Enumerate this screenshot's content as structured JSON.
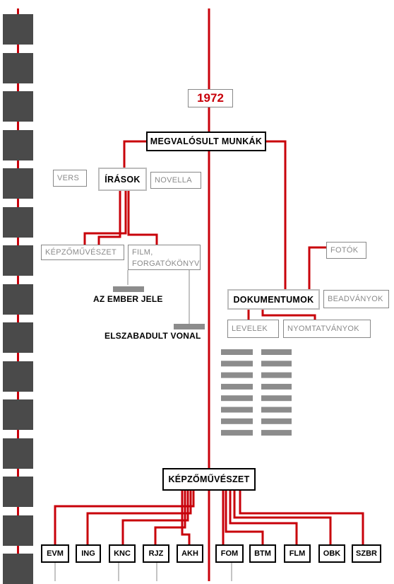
{
  "year": "1972",
  "main": "MEGVALÓSULT MUNKÁK",
  "writings": {
    "title": "ÍRÁSOK",
    "left": "VERS",
    "right": "NOVELLA",
    "visual_art": "KÉPZŐMŰVÉSZET",
    "film": "FILM, FORGATÓKÖNYV",
    "film_items": [
      "AZ EMBER JELE",
      "ELSZABADULT VONAL"
    ]
  },
  "documents": {
    "title": "DOKUMENTUMOK",
    "photos": "FOTÓK",
    "submissions": "BEADVÁNYOK",
    "letters": "LEVELEK",
    "prints": "NYOMTATVÁNYOK"
  },
  "visual_art_main": "KÉPZŐMŰVÉSZET",
  "leaves": [
    "EVM",
    "ING",
    "KNC",
    "RJZ",
    "AKH",
    "FOM",
    "BTM",
    "FLM",
    "OBK",
    "SZBR"
  ],
  "colors": {
    "line": "#c8000a",
    "year": "#c8000a",
    "film_square": "#4a4a4a",
    "bar": "#8c8c8c"
  }
}
